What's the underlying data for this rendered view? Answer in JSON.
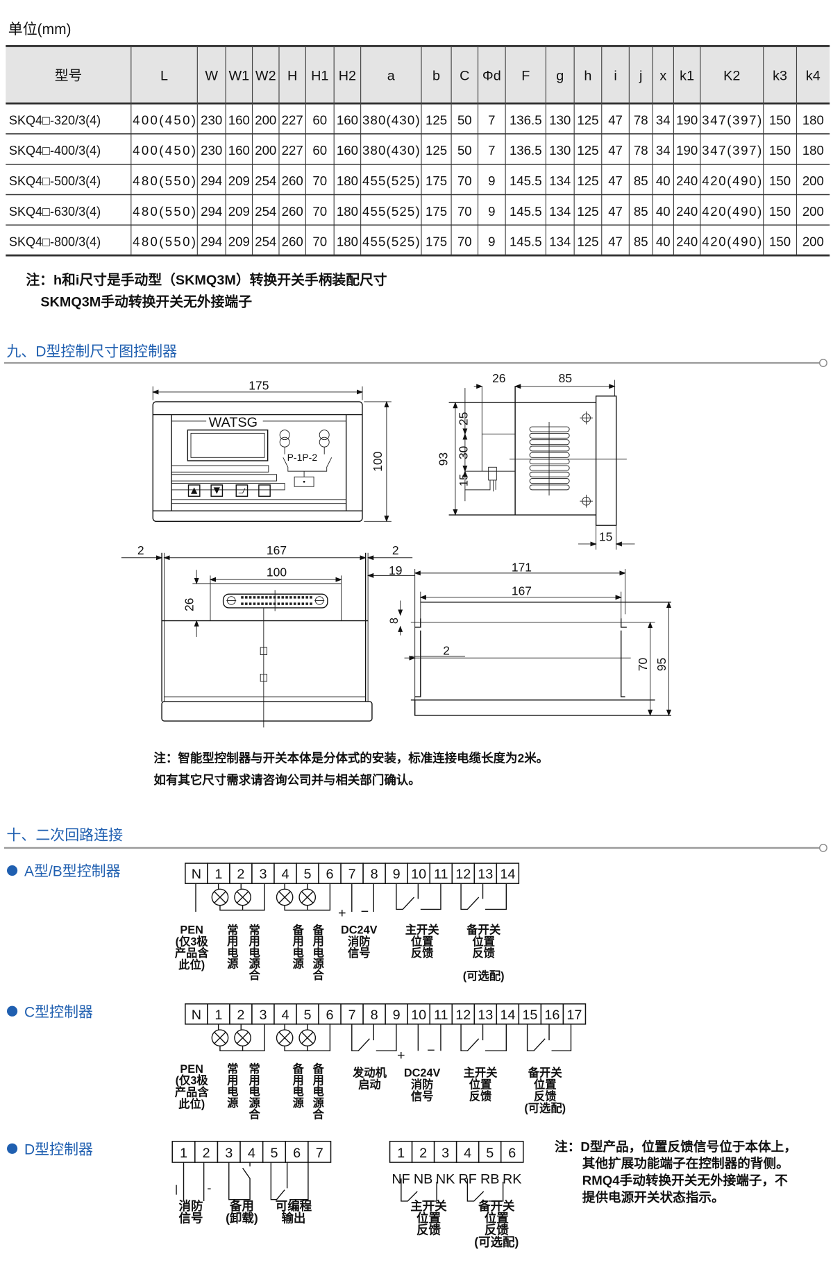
{
  "unit_label": "单位(mm)",
  "table": {
    "headers": [
      "型号",
      "L",
      "W",
      "W1",
      "W2",
      "H",
      "H1",
      "H2",
      "a",
      "b",
      "C",
      "Φd",
      "F",
      "g",
      "h",
      "i",
      "j",
      "x",
      "k1",
      "K2",
      "k3",
      "k4"
    ],
    "rows": [
      [
        "SKQ4□-320/3(4)",
        "400(450)",
        "230",
        "160",
        "200",
        "227",
        "60",
        "160",
        "380(430)",
        "125",
        "50",
        "7",
        "136.5",
        "130",
        "125",
        "47",
        "78",
        "34",
        "190",
        "347(397)",
        "150",
        "180"
      ],
      [
        "SKQ4□-400/3(4)",
        "400(450)",
        "230",
        "160",
        "200",
        "227",
        "60",
        "160",
        "380(430)",
        "125",
        "50",
        "7",
        "136.5",
        "130",
        "125",
        "47",
        "78",
        "34",
        "190",
        "347(397)",
        "150",
        "180"
      ],
      [
        "SKQ4□-500/3(4)",
        "480(550)",
        "294",
        "209",
        "254",
        "260",
        "70",
        "180",
        "455(525)",
        "175",
        "70",
        "9",
        "145.5",
        "134",
        "125",
        "47",
        "85",
        "40",
        "240",
        "420(490)",
        "150",
        "200"
      ],
      [
        "SKQ4□-630/3(4)",
        "480(550)",
        "294",
        "209",
        "254",
        "260",
        "70",
        "180",
        "455(525)",
        "175",
        "70",
        "9",
        "145.5",
        "134",
        "125",
        "47",
        "85",
        "40",
        "240",
        "420(490)",
        "150",
        "200"
      ],
      [
        "SKQ4□-800/3(4)",
        "480(550)",
        "294",
        "209",
        "254",
        "260",
        "70",
        "180",
        "455(525)",
        "175",
        "70",
        "9",
        "145.5",
        "134",
        "125",
        "47",
        "85",
        "40",
        "240",
        "420(490)",
        "150",
        "200"
      ]
    ]
  },
  "table_note": {
    "line1": "注：h和i尺寸是手动型（SKMQ3M）转换开关手柄装配尺寸",
    "line2": "SKMQ3M手动转换开关无外接端子"
  },
  "section9": {
    "title": "九、D型控制尺寸图控制器",
    "front": {
      "brand": "WATSG",
      "switch_label": "P-1P-2",
      "width_dim": "175",
      "height_dim": "100"
    },
    "side": {
      "dim_26": "26",
      "dim_85": "85",
      "dim_93": "93",
      "dim_25": "25",
      "dim_30": "30",
      "dim_15a": "15",
      "dim_15b": "15"
    },
    "bottom": {
      "dim_2a": "2",
      "dim_167": "167",
      "dim_2b": "2",
      "dim_100": "100",
      "dim_19": "19",
      "dim_26": "26"
    },
    "rear": {
      "dim_171": "171",
      "dim_167": "167",
      "dim_8": "8",
      "dim_2": "2",
      "dim_70": "70",
      "dim_95": "95"
    },
    "note1": "注：智能型控制器与开关本体是分体式的安装，标准连接电缆长度为2米。",
    "note2": "如有其它尺寸需求请咨询公司并与相关部门确认。"
  },
  "section10": {
    "title": "十、二次回路连接",
    "ab": {
      "title": "A型/B型控制器",
      "terminals": [
        "N",
        "1",
        "2",
        "3",
        "4",
        "5",
        "6",
        "7",
        "8",
        "9",
        "10",
        "11",
        "12",
        "13",
        "14"
      ],
      "plus": "+",
      "minus": "−",
      "labels": [
        {
          "text": [
            "PEN",
            "(仅3极",
            "产品含",
            "此位)"
          ],
          "vertical": false
        },
        {
          "text": "常用电源",
          "vertical": true
        },
        {
          "text": "常用电源合",
          "vertical": true
        },
        {
          "text": "备用电源",
          "vertical": true
        },
        {
          "text": "备用电源合",
          "vertical": true
        },
        {
          "text": [
            "DC24V",
            "消防",
            "信号"
          ],
          "vertical": false
        },
        {
          "text": [
            "主开关",
            "位置",
            "反馈"
          ],
          "vertical": false
        },
        {
          "text": [
            "备开关",
            "位置",
            "反馈"
          ],
          "vertical": false
        }
      ],
      "optional": "(可选配)"
    },
    "c": {
      "title": "C型控制器",
      "terminals": [
        "N",
        "1",
        "2",
        "3",
        "4",
        "5",
        "6",
        "7",
        "8",
        "9",
        "10",
        "11",
        "12",
        "13",
        "14",
        "15",
        "16",
        "17"
      ],
      "plus": "+",
      "minus": "−",
      "labels": [
        {
          "text": [
            "PEN",
            "(仅3极",
            "产品含",
            "此位)"
          ],
          "vertical": false
        },
        {
          "text": "常用电源",
          "vertical": true
        },
        {
          "text": "常用电源合",
          "vertical": true
        },
        {
          "text": "备用电源",
          "vertical": true
        },
        {
          "text": "备用电源合",
          "vertical": true
        },
        {
          "text": [
            "发动机",
            "启动"
          ],
          "vertical": false
        },
        {
          "text": [
            "DC24V",
            "消防",
            "信号"
          ],
          "vertical": false
        },
        {
          "text": [
            "主开关",
            "位置",
            "反馈"
          ],
          "vertical": false
        },
        {
          "text": [
            "备开关",
            "位置",
            "反馈",
            "(可选配)"
          ],
          "vertical": false
        }
      ]
    },
    "d": {
      "title": "D型控制器",
      "terminals_a": [
        "1",
        "2",
        "3",
        "4",
        "5",
        "6",
        "7"
      ],
      "terminals_b": [
        "1",
        "2",
        "3",
        "4",
        "5",
        "6"
      ],
      "codes": [
        "NF",
        "NB",
        "NK",
        "RF",
        "RB",
        "RK"
      ],
      "minus": "-",
      "labels_a": [
        {
          "text": [
            "消防",
            "信号"
          ]
        },
        {
          "text": [
            "备用",
            "(卸载)"
          ]
        },
        {
          "text": [
            "可编程",
            "输出"
          ]
        }
      ],
      "labels_b": [
        {
          "text": [
            "主开关",
            "位置",
            "反馈"
          ]
        },
        {
          "text": [
            "备开关",
            "位置",
            "反馈",
            "(可选配)"
          ]
        }
      ],
      "note": [
        "注：D型产品，位置反馈信号位于本体上，",
        "其他扩展功能端子在控制器的背侧。",
        "RMQ4手动转换开关无外接端子，不",
        "提供电源开关状态指示。"
      ]
    }
  },
  "colors": {
    "accent": "#1f5fb0",
    "header_bg": "#e4e4e4"
  }
}
